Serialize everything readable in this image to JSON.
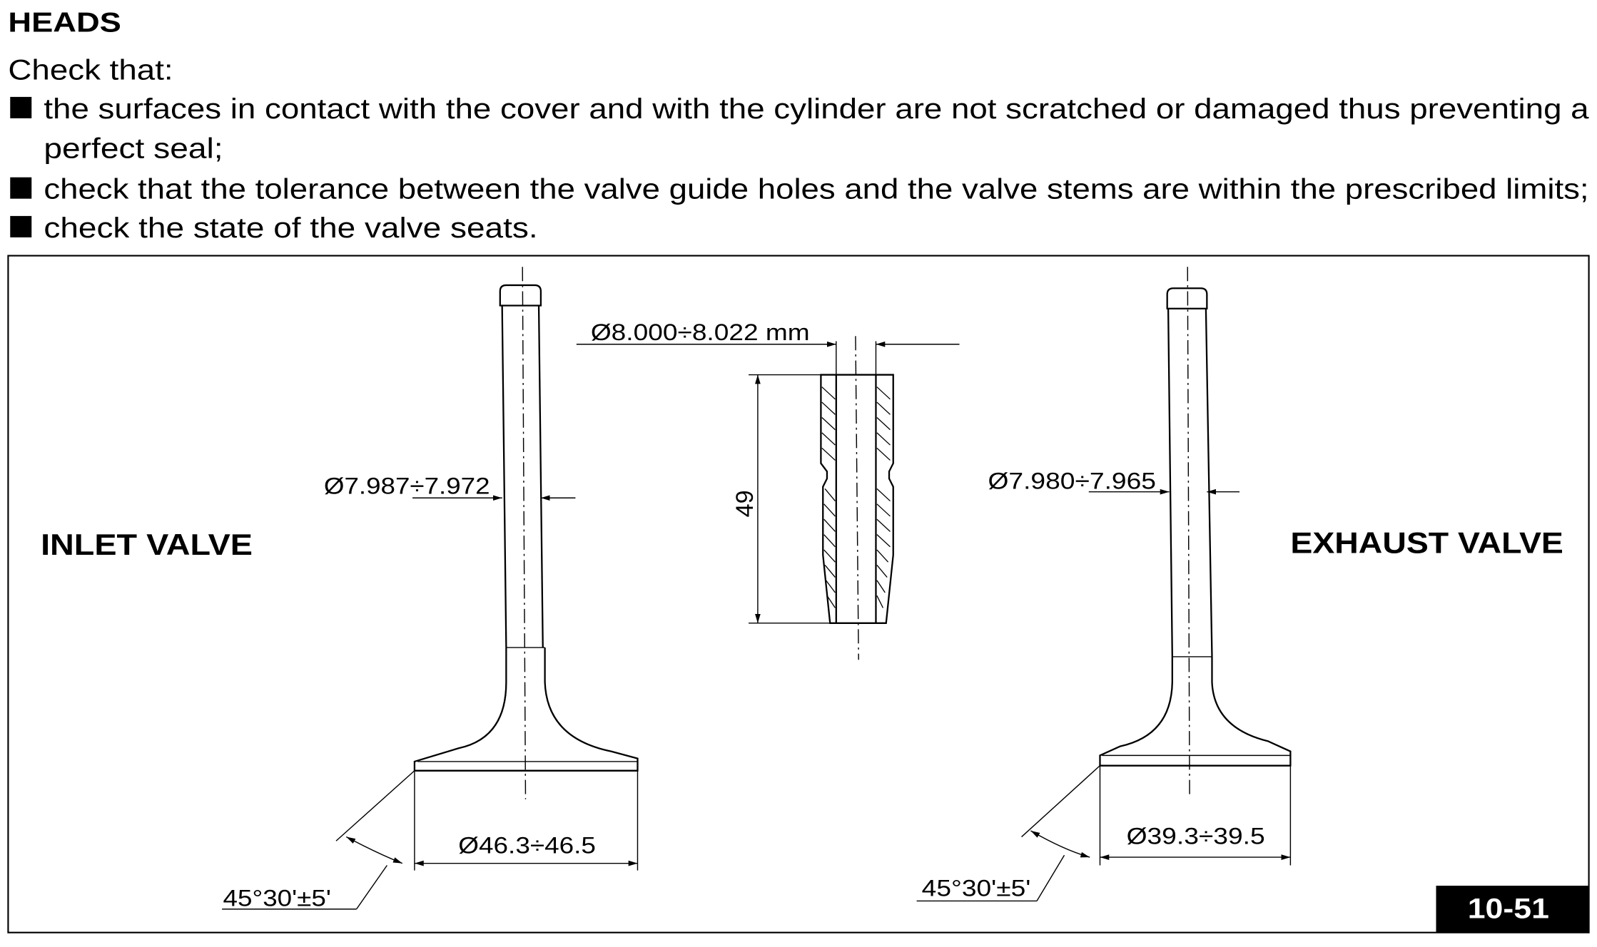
{
  "heading": "HEADS",
  "intro": "Check that:",
  "bullets": [
    {
      "line1": "the surfaces in contact with the cover and with the cylinder are not scratched or damaged thus preventing a",
      "line2": "perfect seal;"
    },
    {
      "line1": "check that the tolerance between the valve guide holes and the valve stems are within the prescribed limits;"
    },
    {
      "line1": "check the state of the valve seats."
    }
  ],
  "figure": {
    "inlet_label": "INLET VALVE",
    "exhaust_label": "EXHAUST VALVE",
    "guide_bore": "Ø8.000÷8.022 mm",
    "guide_length": "49",
    "inlet_stem": "Ø7.987÷7.972",
    "exhaust_stem": "Ø7.980÷7.965",
    "inlet_head": "Ø46.3÷46.5",
    "exhaust_head": "Ø39.3÷39.5",
    "inlet_angle": "45°30'±5'",
    "exhaust_angle": "45°30'±5'"
  },
  "page_number": "10-51"
}
